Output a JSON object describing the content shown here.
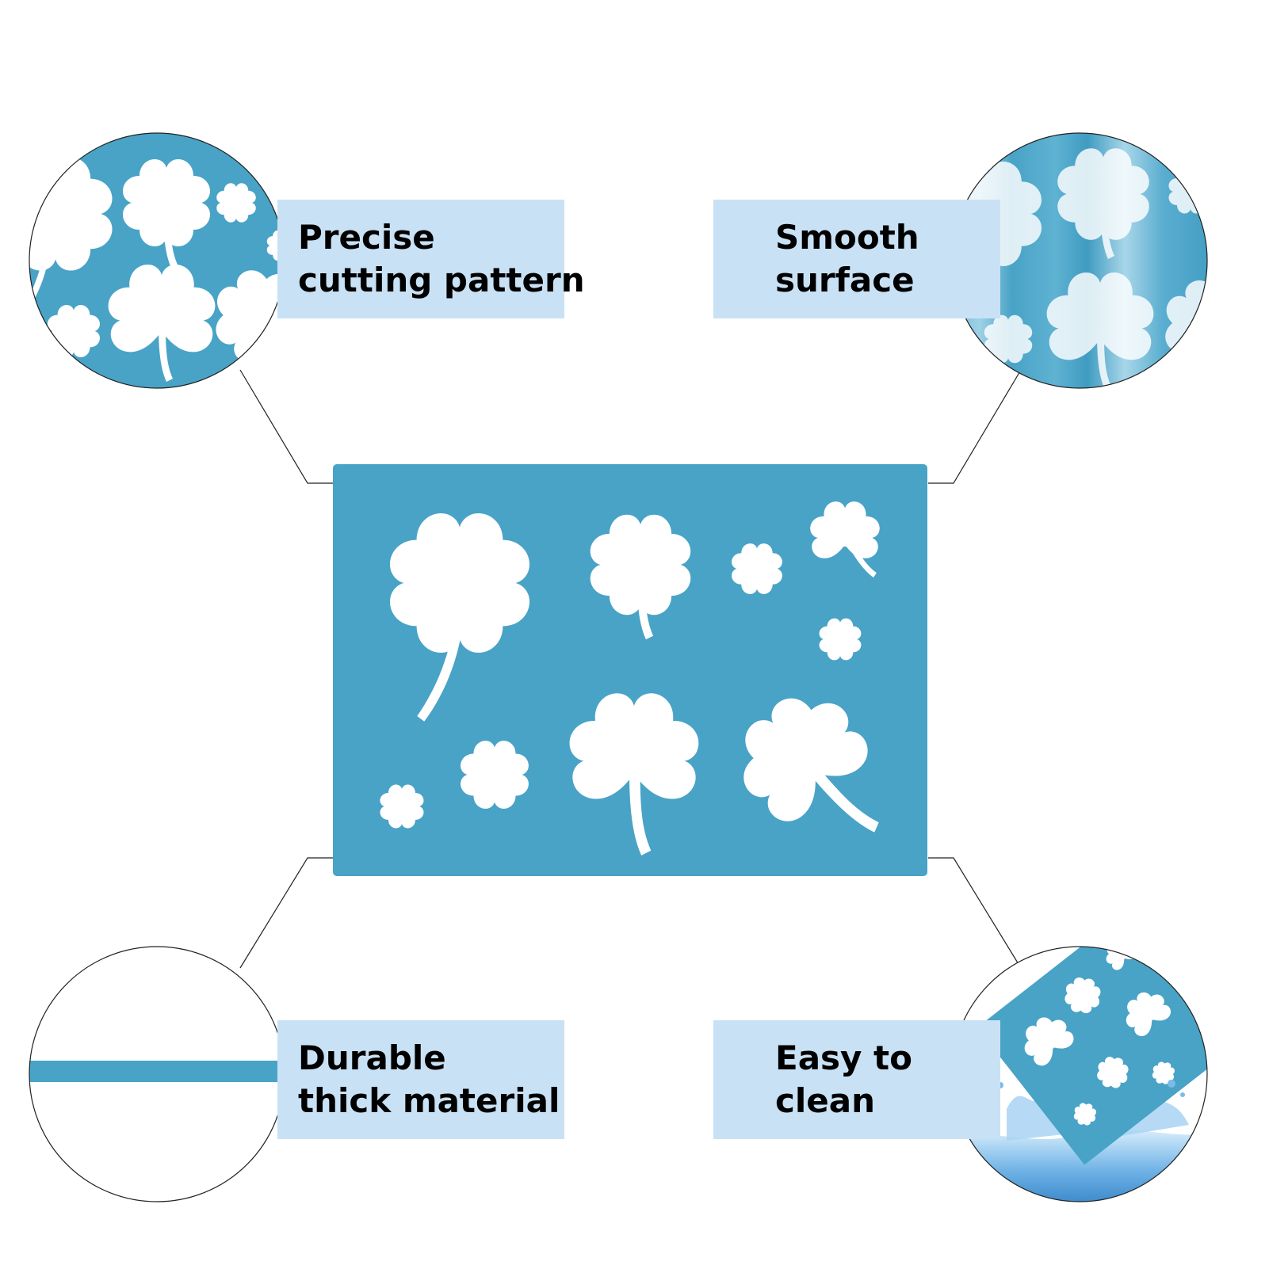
{
  "colors": {
    "stencil_blue": "#48a3c6",
    "label_bg": "#c9e1f4",
    "outline": "#222222",
    "shape": "#ffffff",
    "water": "#3b8fd0"
  },
  "features": [
    {
      "id": "precise-cutting",
      "line1": "Precise",
      "line2": "cutting pattern",
      "icon": "shamrock-pattern-zoom"
    },
    {
      "id": "smooth-surface",
      "line1": "Smooth",
      "line2": "surface",
      "icon": "glossy-surface-zoom"
    },
    {
      "id": "durable-thick",
      "line1": "Durable",
      "line2": "thick material",
      "icon": "thickness-cross-section"
    },
    {
      "id": "easy-clean",
      "line1": "Easy to",
      "line2": "clean",
      "icon": "water-splash"
    }
  ]
}
